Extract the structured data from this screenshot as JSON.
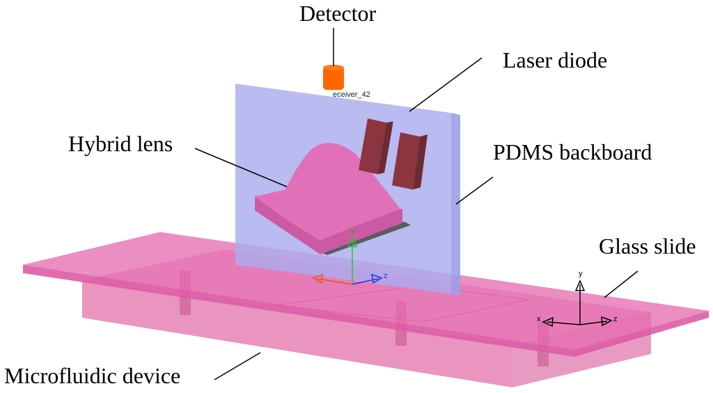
{
  "labels": {
    "detector": "Detector",
    "laser_diode": "Laser diode",
    "hybrid_lens": "Hybrid lens",
    "pdms_backboard": "PDMS backboard",
    "glass_slide": "Glass slide",
    "microfluidic_device": "Microfluidic device"
  },
  "receiver_tag": "eceiver_42",
  "axes_center": {
    "x": "",
    "y": "y",
    "z": "z"
  },
  "axes_right": {
    "x": "x",
    "y": "y",
    "z": "z"
  },
  "colors": {
    "backboard": "#a9acee",
    "lens": "#e070b8",
    "slide": "#e468ae",
    "device": "#e582b4",
    "laser_block": "#8b3540",
    "laser_cylinder": "#b9b9f5",
    "detector": "#ff6600"
  }
}
